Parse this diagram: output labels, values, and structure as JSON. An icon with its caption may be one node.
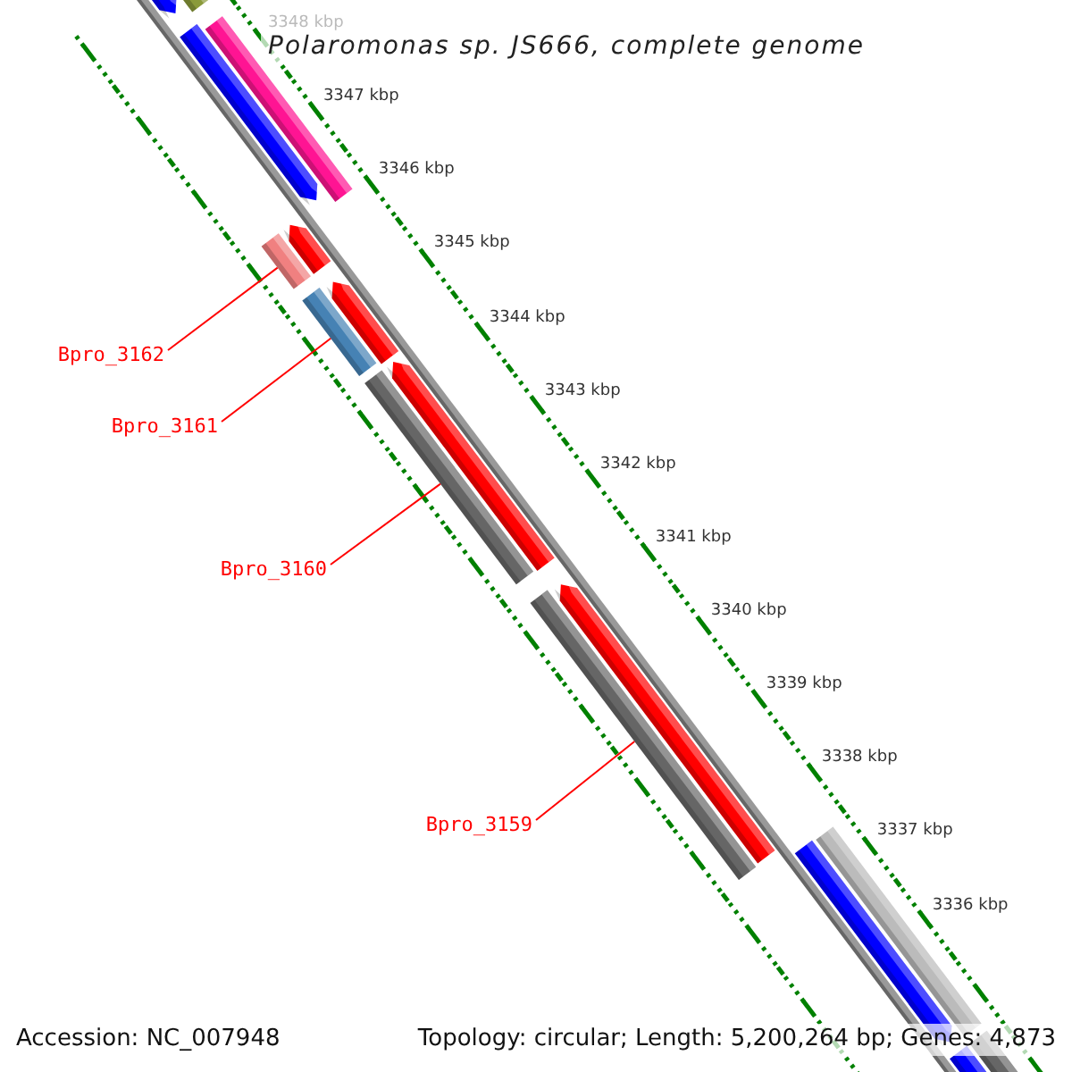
{
  "diagram": {
    "title": "Polaromonas sp. JS666, complete genome",
    "nodes": [
      {
        "text": [
          "Bpro_3162"
        ]
      },
      {
        "text": [
          "Bpro_3161"
        ]
      },
      {
        "text": [
          "Bpro_3160"
        ]
      },
      {
        "text": [
          "Bpro_3159"
        ]
      },
      {
        "text": [],
        "shape": "bar"
      },
      {
        "text": [],
        "shape": "bar"
      },
      {
        "text": [],
        "shape": "bar"
      },
      {
        "text": [],
        "shape": "bar"
      }
    ],
    "edges": [
      {
        "from": 0,
        "to": 4,
        "arrow": "none"
      },
      {
        "from": 1,
        "to": 5,
        "arrow": "none"
      },
      {
        "from": 2,
        "to": 6,
        "arrow": "none"
      },
      {
        "from": 3,
        "to": 7,
        "arrow": "none"
      }
    ],
    "labels": [
      "3348 kbp",
      "3347 kbp",
      "3346 kbp",
      "3345 kbp",
      "3344 kbp",
      "3343 kbp",
      "3342 kbp",
      "3341 kbp",
      "3340 kbp",
      "3339 kbp",
      "3338 kbp",
      "3337 kbp",
      "3336 kbp",
      "Accession: NC_007948",
      "Topology: circular; Length: 5,200,264 bp; Genes: 4,873"
    ]
  }
}
